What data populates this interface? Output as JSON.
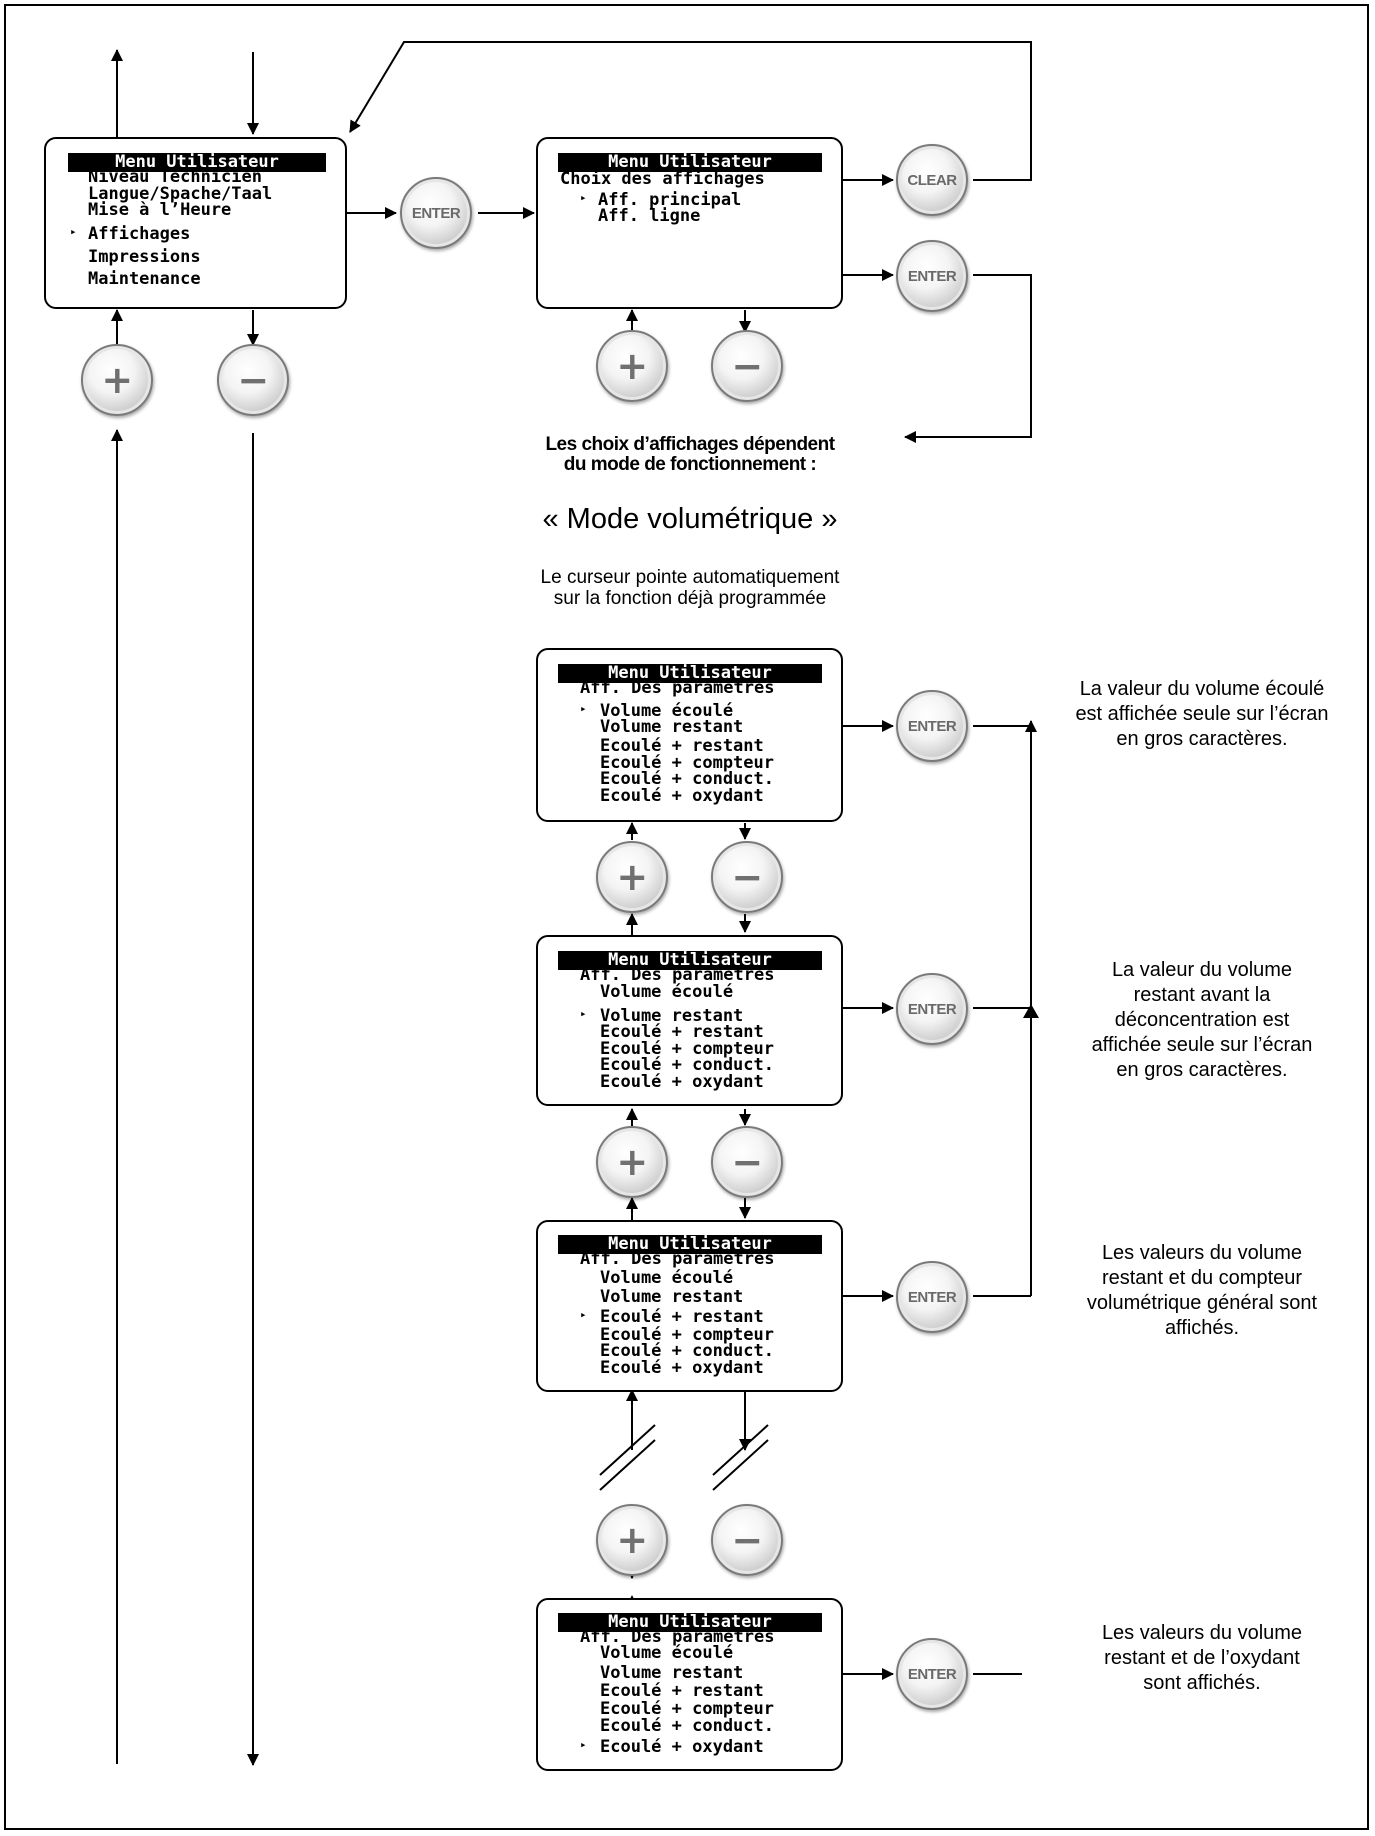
{
  "main_menu": {
    "header": "Menu Utilisateur",
    "items": [
      "Niveau Technicien",
      "Langue/Spache/Taal",
      "Mise à l’Heure",
      "Affichages",
      "Impressions",
      "Maintenance"
    ],
    "cursor": "▸"
  },
  "display_menu": {
    "header": "Menu Utilisateur",
    "title": "Choix des affichages",
    "items": [
      "Aff. principal",
      "Aff. ligne"
    ]
  },
  "param_menu": {
    "header": "Menu Utilisateur",
    "title": "Aff. Des paramètres",
    "items": [
      "Volume écoulé",
      "Volume restant",
      "Ecoulé + restant",
      "Ecoulé + compteur",
      "Ecoulé + conduct.",
      "Ecoulé + oxydant"
    ]
  },
  "buttons": {
    "enter": "ENTER",
    "clear": "CLEAR",
    "plus": "+",
    "minus": "−"
  },
  "notes": {
    "depend": "Les choix d’affichages dépendent\ndu mode de fonctionnement :",
    "mode": "« Mode volumétrique »",
    "cursor_info": "Le curseur pointe automatiquement\nsur la fonction déjà programmée",
    "desc1": "La valeur du volume écoulé\nest affichée seule sur l’écran\nen gros caractères.",
    "desc2": "La valeur du volume\nrestant avant la\ndéconcentration est\naffichée seule sur l’écran\nen gros caractères.",
    "desc3": "Les valeurs du volume\nrestant et du compteur\nvolumétrique général sont\naffichés.",
    "desc4": "Les valeurs du volume\nrestant et de l’oxydant\nsont affichés."
  }
}
